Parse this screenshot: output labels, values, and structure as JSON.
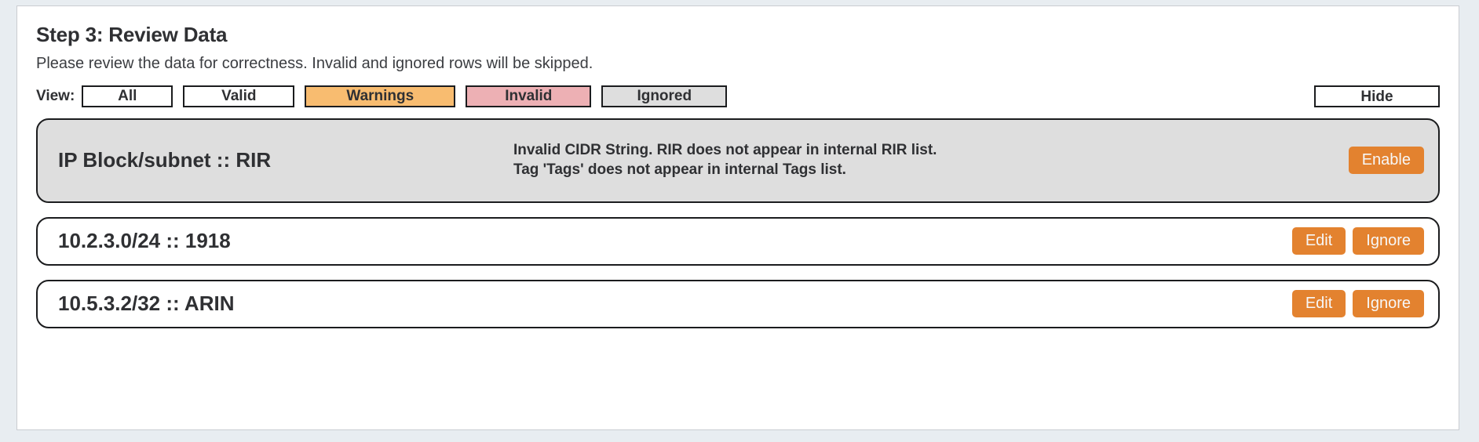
{
  "step": {
    "title": "Step 3: Review Data",
    "subtitle": "Please review the data for correctness. Invalid and ignored rows will be skipped."
  },
  "filter": {
    "label": "View:",
    "options": [
      {
        "label": "All",
        "state": "neutral",
        "color": "#ffffff",
        "selected": false
      },
      {
        "label": "Valid",
        "state": "neutral",
        "color": "#ffffff",
        "selected": false
      },
      {
        "label": "Warnings",
        "state": "warning",
        "color": "#f8bc70",
        "selected": true
      },
      {
        "label": "Invalid",
        "state": "invalid",
        "color": "#edb0b4",
        "selected": false
      },
      {
        "label": "Ignored",
        "state": "ignored",
        "color": "#dedede",
        "selected": false
      }
    ],
    "hide_label": "Hide"
  },
  "colors": {
    "accent_orange": "#e3822f",
    "warning_bg": "#f8bc70",
    "invalid_bg": "#edb0b4",
    "ignored_bg": "#dedede",
    "page_bg": "#e8edf1",
    "card_bg": "#ffffff",
    "border": "#1b1c1e",
    "text": "#2f3033"
  },
  "rows": [
    {
      "primary": "IP Block/subnet :: RIR",
      "message": "Invalid CIDR String. RIR does not appear in internal RIR list. Tag 'Tags' does not appear in internal Tags list.",
      "state": "ignored",
      "actions": [
        {
          "label": "Enable",
          "name": "enable-button"
        }
      ]
    },
    {
      "primary": "10.2.3.0/24 :: 1918",
      "message": "",
      "state": "normal",
      "actions": [
        {
          "label": "Edit",
          "name": "edit-button"
        },
        {
          "label": "Ignore",
          "name": "ignore-button"
        }
      ]
    },
    {
      "primary": "10.5.3.2/32 :: ARIN",
      "message": "",
      "state": "normal",
      "actions": [
        {
          "label": "Edit",
          "name": "edit-button"
        },
        {
          "label": "Ignore",
          "name": "ignore-button"
        }
      ]
    }
  ]
}
